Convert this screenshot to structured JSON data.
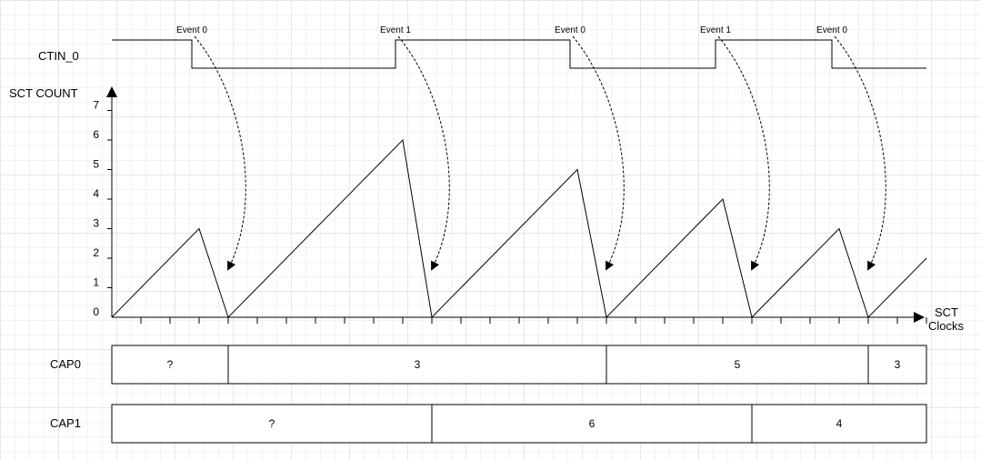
{
  "labels": {
    "ctin": "CTIN_0",
    "sct_count": "SCT COUNT",
    "x_axis_line1": "SCT",
    "x_axis_line2": "Clocks",
    "cap0": "CAP0",
    "cap1": "CAP1"
  },
  "y_ticks": [
    "0",
    "1",
    "2",
    "3",
    "4",
    "5",
    "6",
    "7"
  ],
  "events": [
    {
      "label": "Event 0"
    },
    {
      "label": "Event 1"
    },
    {
      "label": "Event 0"
    },
    {
      "label": "Event 1"
    },
    {
      "label": "Event 0"
    }
  ],
  "counter": {
    "clock_ticks": 28,
    "sawtooth_clock": [
      0,
      3,
      4,
      10,
      11,
      16,
      17,
      21,
      22,
      25,
      26,
      28
    ],
    "sawtooth_value": [
      0,
      3,
      0,
      6,
      0,
      5,
      0,
      4,
      0,
      3,
      0,
      2
    ],
    "input_edges_clock": [
      2.75,
      9.75,
      15.75,
      20.75,
      24.75
    ],
    "input_initial_level": "high"
  },
  "cap0": [
    {
      "value": "?",
      "from_clock": 0,
      "to_clock": 4
    },
    {
      "value": "3",
      "from_clock": 4,
      "to_clock": 17
    },
    {
      "value": "5",
      "from_clock": 17,
      "to_clock": 26
    },
    {
      "value": "3",
      "from_clock": 26,
      "to_clock": 28
    }
  ],
  "cap1": [
    {
      "value": "?",
      "from_clock": 0,
      "to_clock": 11
    },
    {
      "value": "6",
      "from_clock": 11,
      "to_clock": 22
    },
    {
      "value": "4",
      "from_clock": 22,
      "to_clock": 28
    }
  ]
}
